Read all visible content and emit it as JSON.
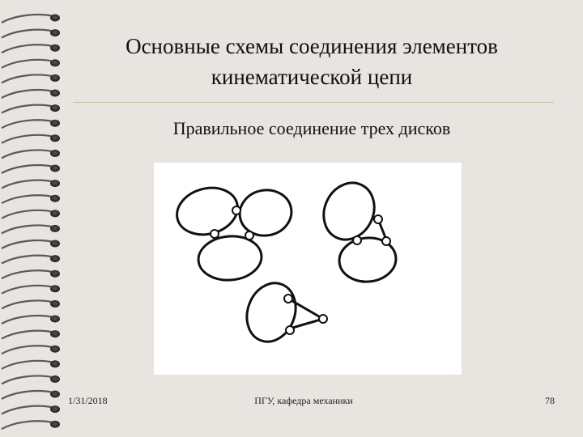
{
  "slide": {
    "title_line1": "Основные схемы соединения элементов",
    "title_line2": "кинематической цепи",
    "subtitle": "Правильное соединение трех дисков"
  },
  "footer": {
    "date": "1/31/2018",
    "center": "ПГУ, кафедра механики",
    "page": "78"
  },
  "colors": {
    "background": "#e8e4df",
    "figure_background": "#ffffff",
    "ink": "#111111"
  }
}
